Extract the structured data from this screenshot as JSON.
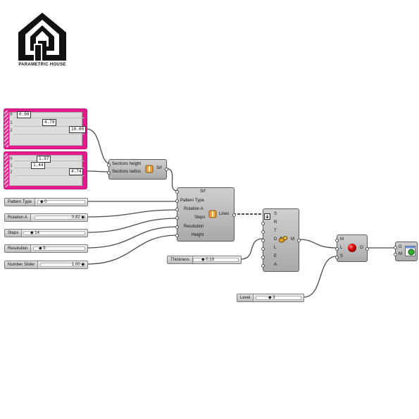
{
  "brand": {
    "name": "PARAMETRIC HOUSE"
  },
  "mapper1": {
    "index_labels": [
      "0",
      "1",
      "2"
    ],
    "values": [
      "0.00",
      "4.79",
      "10.00"
    ]
  },
  "mapper2": {
    "index_labels": [
      "0",
      "1",
      "2"
    ],
    "values": [
      "1.97",
      "1.44",
      "4.74"
    ]
  },
  "sliders": {
    "pattern_type": {
      "label": "Pattern Type",
      "value": "◆ 0"
    },
    "rotation_a": {
      "label": "Rotation A",
      "value": "0.82 ◆"
    },
    "steps": {
      "label": "Steps",
      "value": "◆ 14"
    },
    "resolution": {
      "label": "Resolution",
      "value": "◆ 9"
    },
    "number_slider": {
      "label": "Number Slider",
      "value": "1.00 ◆"
    },
    "thickness": {
      "label": "Thickness",
      "value": "◆ 0.19"
    },
    "level": {
      "label": "Level",
      "value": "◆ 3"
    }
  },
  "sections_component": {
    "inputs": [
      "Sections height",
      "Sections radius"
    ],
    "outputs": [
      "Srf"
    ]
  },
  "pattern_component": {
    "inputs": [
      "Srf",
      "Pattern Type",
      "Rotation A",
      "Steps",
      "Resolution",
      "Height"
    ],
    "outputs": [
      "Lines"
    ]
  },
  "pipe_component": {
    "inputs": [
      "S",
      "R",
      "T",
      "D",
      "L",
      "E",
      "A"
    ],
    "outputs": [
      "M"
    ]
  },
  "smooth_component": {
    "inputs": [
      "M",
      "L",
      "S"
    ],
    "outputs": [
      "O"
    ]
  },
  "preview_component": {
    "inputs": [
      "G",
      "M"
    ]
  },
  "colors": {
    "mapper_border": "#e51a8c",
    "component_fill": "#b8b8b8",
    "canvas": "#ffffff"
  }
}
